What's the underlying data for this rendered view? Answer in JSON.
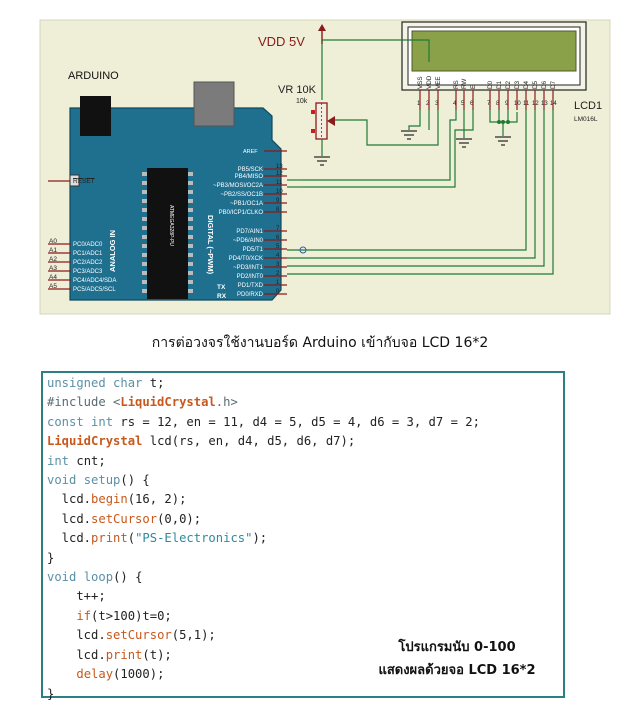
{
  "schematic": {
    "title": "ARDUINO",
    "vdd_label": "VDD 5V",
    "vr_label": "VR 10K",
    "vr_value": "10k",
    "lcd_name": "LCD1",
    "lcd_model": "LM016L",
    "chip_label": "ATMEGA328P-PU",
    "reset_label": "RESET",
    "aref_label": "AREF",
    "analog_label": "ANALOG IN",
    "digital_label": "DIGITAL (~PWM)",
    "tx_label": "TX",
    "rx_label": "RX",
    "lcd_pins": [
      "VSS",
      "VDD",
      "VEE",
      "RS",
      "RW",
      "E",
      "D0",
      "D1",
      "D2",
      "D3",
      "D4",
      "D5",
      "D6",
      "D7"
    ],
    "lcd_pin_numbers": [
      "1",
      "2",
      "3",
      "4",
      "5",
      "6",
      "7",
      "8",
      "9",
      "10",
      "11",
      "12",
      "13",
      "14"
    ],
    "digital_pins": [
      {
        "label": "PB5/SCK",
        "num": "13"
      },
      {
        "label": "PB4/MISO",
        "num": "12"
      },
      {
        "label": "~PB3/MOSI/OC2A",
        "num": "11"
      },
      {
        "label": "~PB2/SS/OC1B",
        "num": "10"
      },
      {
        "label": "~PB1/OC1A",
        "num": "9"
      },
      {
        "label": "PB0/ICP1/CLKO",
        "num": "8"
      },
      {
        "label": "PD7/AIN1",
        "num": "7"
      },
      {
        "label": "~PD6/AIN0",
        "num": "6"
      },
      {
        "label": "PD5/T1",
        "num": "5"
      },
      {
        "label": "PD4/T0/XCK",
        "num": "4"
      },
      {
        "label": "~PD3/INT1",
        "num": "3"
      },
      {
        "label": "PD2/INT0",
        "num": "2"
      },
      {
        "label": "PD1/TXD",
        "num": "1"
      },
      {
        "label": "PD0/RXD",
        "num": "0"
      }
    ],
    "analog_pins": [
      {
        "label": "PC0/ADC0",
        "num": "A0"
      },
      {
        "label": "PC1/ADC1",
        "num": "A1"
      },
      {
        "label": "PC2/ADC2",
        "num": "A2"
      },
      {
        "label": "PC3/ADC3",
        "num": "A3"
      },
      {
        "label": "PC4/ADC4/SDA",
        "num": "A4"
      },
      {
        "label": "PC5/ADC5/SCL",
        "num": "A5"
      }
    ]
  },
  "caption": "การต่อวงจรใช้งานบอร์ด Arduino เข้ากับจอ LCD 16*2",
  "code_lines": [
    [
      {
        "t": "unsigned char",
        "c": "kw"
      },
      {
        "t": " t;"
      }
    ],
    [
      {
        "t": "#include <",
        "c": "pp"
      },
      {
        "t": "LiquidCrystal",
        "c": "cls"
      },
      {
        "t": ".h>",
        "c": "pp"
      }
    ],
    [
      {
        "t": "const int",
        "c": "kw"
      },
      {
        "t": " rs = 12, en = 11, d4 = 5, d5 = 4, d6 = 3, d7 = 2;"
      }
    ],
    [
      {
        "t": "LiquidCrystal",
        "c": "cls"
      },
      {
        "t": " lcd(rs, en, d4, d5, d6, d7);"
      }
    ],
    [
      {
        "t": "int",
        "c": "kw"
      },
      {
        "t": " cnt;"
      }
    ],
    [
      {
        "t": "void",
        "c": "kw"
      },
      {
        "t": " "
      },
      {
        "t": "setup",
        "c": "kw"
      },
      {
        "t": "() {"
      }
    ],
    [
      {
        "t": "  lcd."
      },
      {
        "t": "begin",
        "c": "fn"
      },
      {
        "t": "(16, 2);"
      }
    ],
    [
      {
        "t": "  lcd."
      },
      {
        "t": "setCursor",
        "c": "fn"
      },
      {
        "t": "(0,0);"
      }
    ],
    [
      {
        "t": "  lcd."
      },
      {
        "t": "print",
        "c": "fn"
      },
      {
        "t": "("
      },
      {
        "t": "\"PS-Electronics\"",
        "c": "str"
      },
      {
        "t": ");"
      }
    ],
    [
      {
        "t": "}"
      }
    ],
    [
      {
        "t": "void",
        "c": "kw"
      },
      {
        "t": " "
      },
      {
        "t": "loop",
        "c": "kw"
      },
      {
        "t": "() {"
      }
    ],
    [
      {
        "t": "    t++;"
      }
    ],
    [
      {
        "t": "    "
      },
      {
        "t": "if",
        "c": "fn"
      },
      {
        "t": "(t>100)t=0;"
      }
    ],
    [
      {
        "t": "    lcd."
      },
      {
        "t": "setCursor",
        "c": "fn"
      },
      {
        "t": "(5,1);"
      }
    ],
    [
      {
        "t": "    lcd."
      },
      {
        "t": "print",
        "c": "fn"
      },
      {
        "t": "(t);"
      }
    ],
    [
      {
        "t": "    "
      },
      {
        "t": "delay",
        "c": "fn"
      },
      {
        "t": "(1000);"
      }
    ],
    [
      {
        "t": "}"
      }
    ]
  ],
  "note": {
    "line1": "โปรแกรมนับ 0-100",
    "line2": "แสดงผลด้วยจอ LCD 16*2"
  },
  "colors": {
    "schematic_bg": "#efefd8",
    "board": "#1f6f8f",
    "lcd_screen": "#8aa14a",
    "wire": "#1f7a34",
    "code_border": "#2d7f83"
  }
}
